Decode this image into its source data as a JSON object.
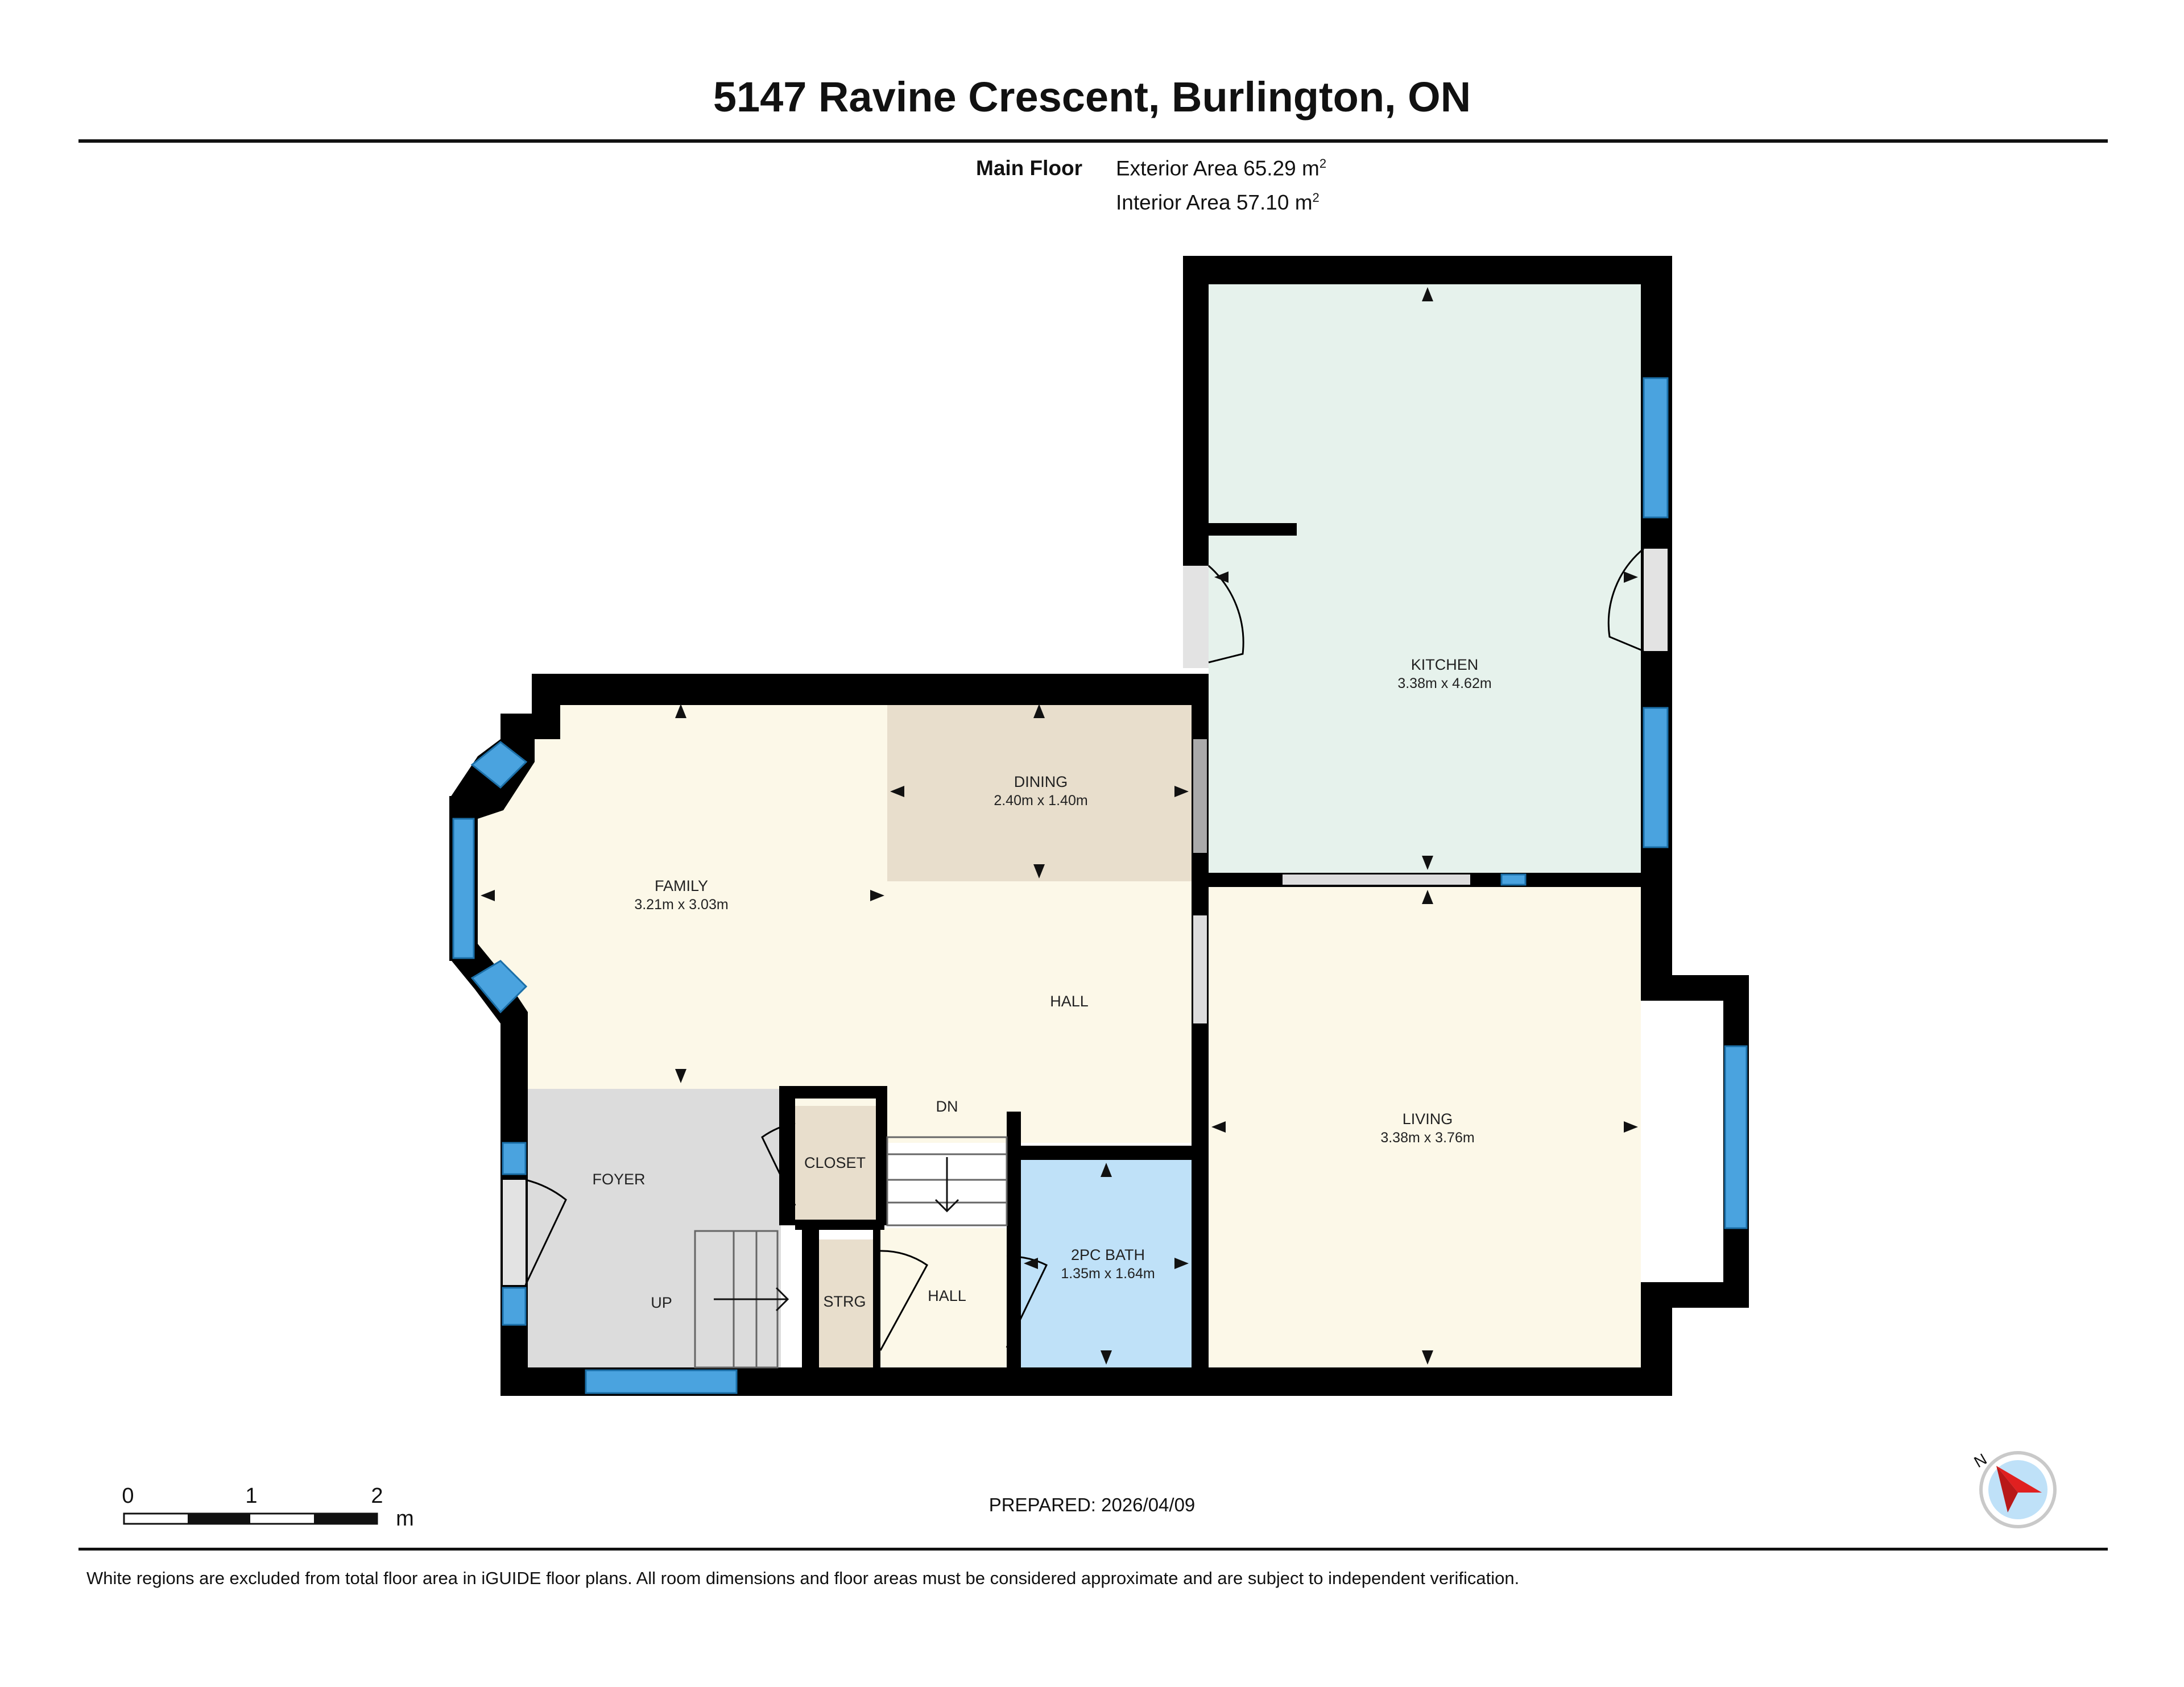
{
  "header": {
    "title": "5147 Ravine Crescent, Burlington, ON",
    "floor": "Main Floor",
    "exterior_area_label": "Exterior Area",
    "exterior_area_value": "65.29 m",
    "interior_area_label": "Interior Area",
    "interior_area_value": "57.10 m",
    "area_unit_sup": "2"
  },
  "rooms": {
    "kitchen": {
      "name": "KITCHEN",
      "dims": "3.38m x 4.62m"
    },
    "dining": {
      "name": "DINING",
      "dims": "2.40m x 1.40m"
    },
    "family": {
      "name": "FAMILY",
      "dims": "3.21m x 3.03m"
    },
    "hall_main": {
      "name": "HALL"
    },
    "living": {
      "name": "LIVING",
      "dims": "3.38m x 3.76m"
    },
    "foyer": {
      "name": "FOYER"
    },
    "closet": {
      "name": "CLOSET"
    },
    "strg": {
      "name": "STRG"
    },
    "hall_small": {
      "name": "HALL"
    },
    "bath": {
      "name": "2PC BATH",
      "dims": "1.35m x 1.64m"
    }
  },
  "stairs": {
    "down": "DN",
    "up": "UP"
  },
  "scale": {
    "t0": "0",
    "t1": "1",
    "t2": "2",
    "unit": "m"
  },
  "compass": {
    "north": "N"
  },
  "footer": {
    "prepared": "PREPARED: 2026/04/09",
    "note": "White regions are excluded from total floor area in iGUIDE floor plans. All room dimensions and floor areas must be considered approximate and are subject to independent verification."
  },
  "colors": {
    "wall": "#000000",
    "window": "#4aa3df",
    "kitchen": "#e6f2ec",
    "family": "#fcf8e8",
    "dining": "#e8decc",
    "foyer": "#dcdcdc",
    "closet": "#e8decc",
    "bath": "#bfe1f8"
  }
}
